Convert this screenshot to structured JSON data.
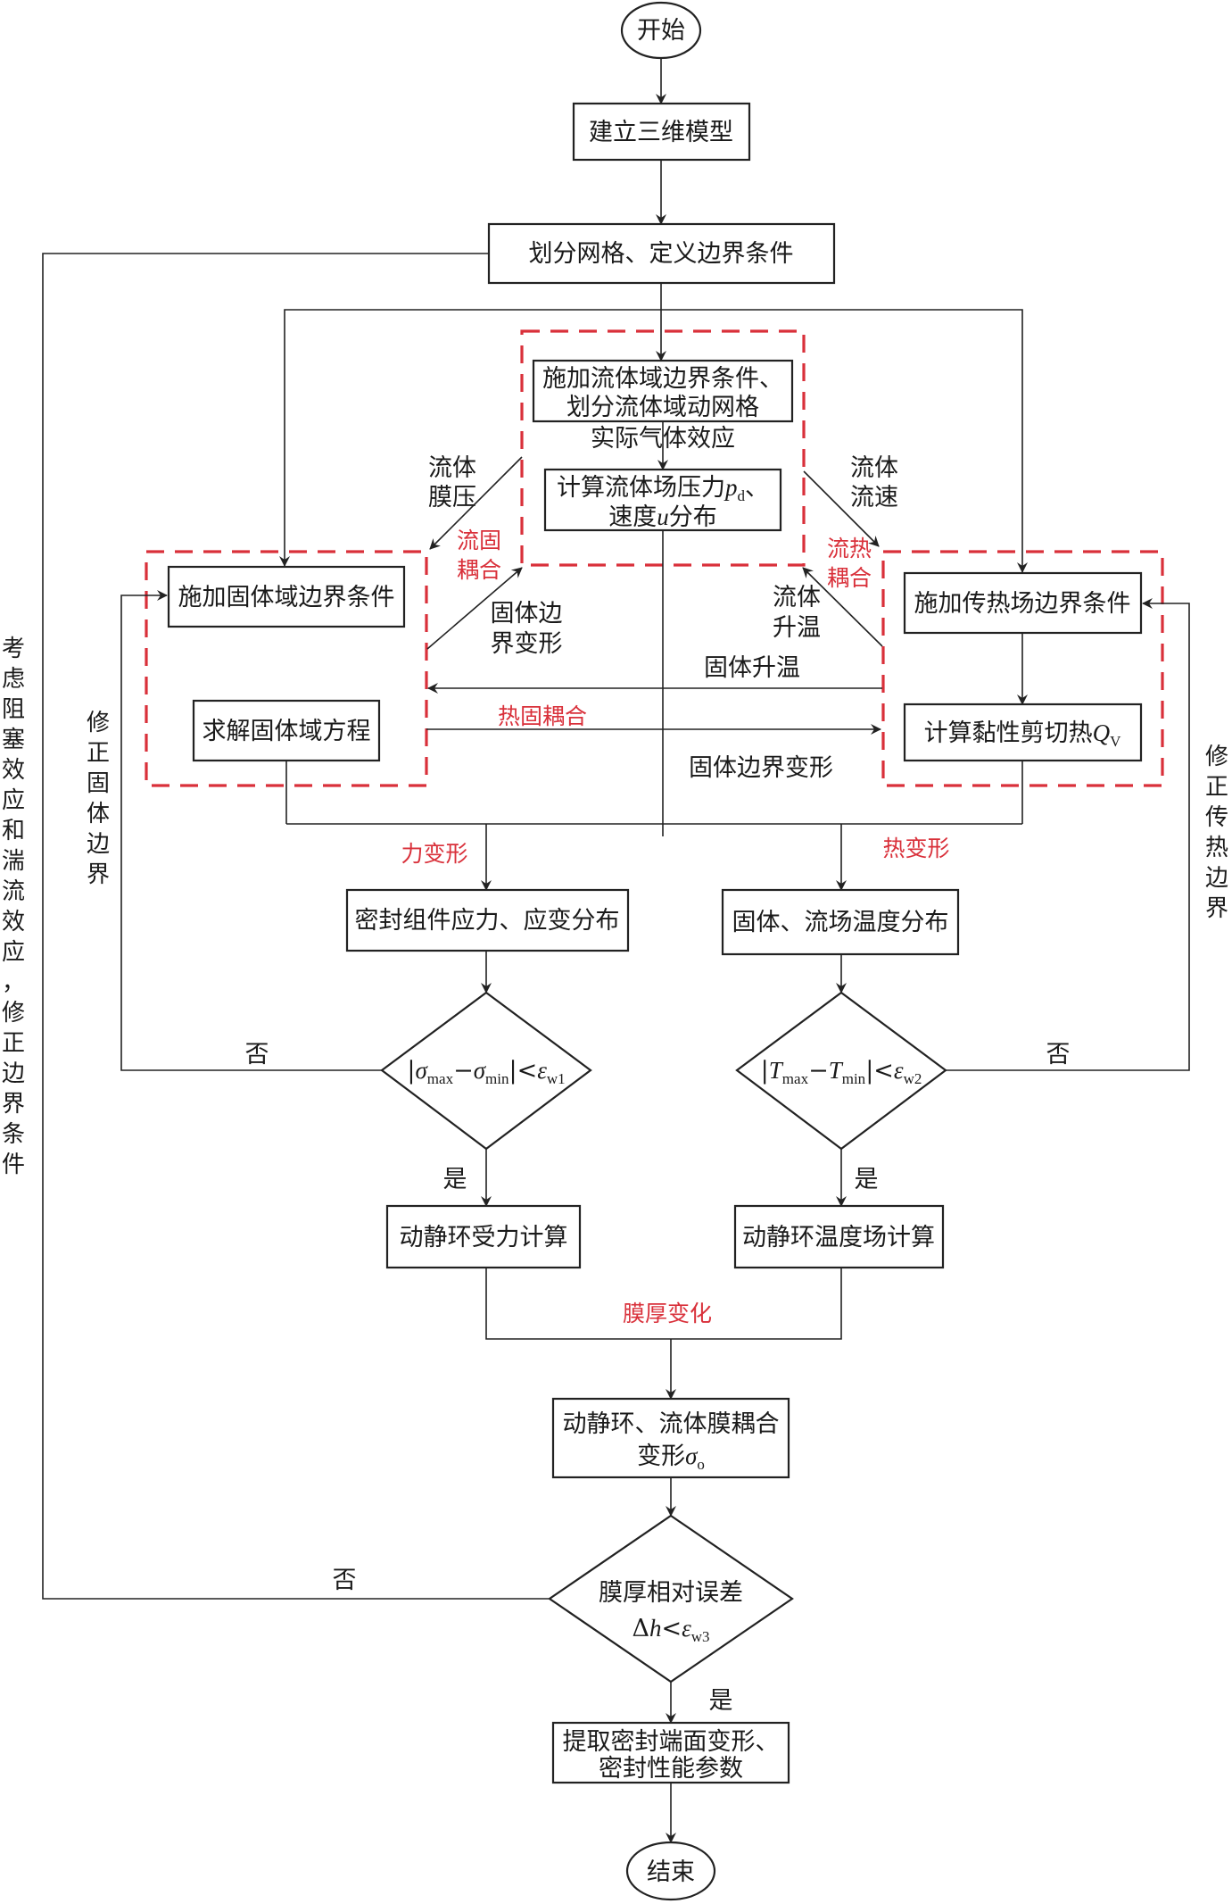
{
  "nodes": {
    "start": "开始",
    "model": "建立三维模型",
    "mesh": "划分网格、定义边界条件",
    "fluid_bc_1": "施加流体域边界条件、",
    "fluid_bc_2": "划分流体域动网格",
    "real_gas": "实际气体效应",
    "pressure_1": "计算流体场压力",
    "pressure_sym": "p",
    "pressure_sub": "d",
    "pressure_tail": "、",
    "pressure_2a": "速度",
    "pressure_2sym": "u",
    "pressure_2b": "分布",
    "solid_bc": "施加固体域边界条件",
    "solid_solve": "求解固体域方程",
    "heat_bc": "施加传热场边界条件",
    "shear_heat": "计算黏性剪切热",
    "shear_sym": "Q",
    "shear_sub": "V",
    "stress": "密封组件应力、应变分布",
    "temp": "固体、流场温度分布",
    "force_calc": "动静环受力计算",
    "temp_calc": "动静环温度场计算",
    "coupled_1": "动静环、流体膜耦合",
    "coupled_2": "变形",
    "coupled_sym": "σ",
    "coupled_sub": "o",
    "film_err": "膜厚相对误差",
    "film_sym_a": "Δ",
    "film_sym_h": "h",
    "film_lt": "<",
    "film_eps": "ε",
    "film_sub": "w3",
    "extract_1": "提取密封端面变形、",
    "extract_2": "密封性能参数",
    "end": "结束"
  },
  "decisions": {
    "d1": {
      "sigma": "σ",
      "max": "max",
      "minus": "−",
      "min": "min",
      "lt": "<",
      "eps": "ε",
      "sub": "w1"
    },
    "d2": {
      "T": "T",
      "max": "max",
      "minus": "−",
      "min": "min",
      "lt": "<",
      "eps": "ε",
      "sub": "w2"
    }
  },
  "labels": {
    "fluid_film_pressure_1": "流体",
    "fluid_film_pressure_2": "膜压",
    "fluid_velocity_1": "流体",
    "fluid_velocity_2": "流速",
    "solid_deform_1": "固体边",
    "solid_deform_2": "界变形",
    "fluid_heat_1": "流体",
    "fluid_heat_2": "升温",
    "solid_heat": "固体升温",
    "solid_boundary_deform": "固体边界变形",
    "no": "否",
    "yes": "是"
  },
  "coupling_labels": {
    "fsi_1": "流固",
    "fsi_2": "耦合",
    "fth_1": "流热",
    "fth_2": "耦合",
    "tsi": "热固耦合",
    "force_deform": "力变形",
    "thermal_deform": "热变形",
    "film_change": "膜厚变化"
  },
  "side_labels": {
    "left_outer": [
      "考",
      "虑",
      "阻",
      "塞",
      "效",
      "应",
      "和",
      "湍",
      "流",
      "效",
      "应",
      "，",
      "修",
      "正",
      "边",
      "界",
      "条",
      "件"
    ],
    "left_inner": [
      "修",
      "正",
      "固",
      "体",
      "边",
      "界"
    ],
    "right": [
      "修",
      "正",
      "传",
      "热",
      "边",
      "界"
    ]
  },
  "colors": {
    "line": "#222222",
    "coupling_red": "#d9303a"
  }
}
